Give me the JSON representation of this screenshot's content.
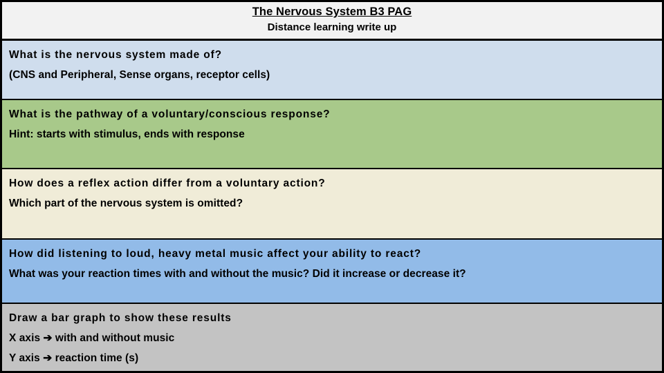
{
  "header": {
    "title": "The Nervous System B3 PAG",
    "subtitle": "Distance learning write up"
  },
  "colors": {
    "row1_bg": "#cfdded",
    "row2_bg": "#a8c98a",
    "row3_bg": "#f0ecd8",
    "row4_bg": "#92bbe8",
    "row5_bg": "#c3c3c3",
    "header_bg": "#f2f2f2",
    "border": "#000000",
    "text": "#000000"
  },
  "rows": [
    {
      "id": "nervous-system-made-of",
      "lines": [
        "What is the nervous system made of?",
        "(CNS and Peripheral, Sense organs, receptor cells)"
      ]
    },
    {
      "id": "voluntary-response-pathway",
      "lines": [
        "What is the pathway of a voluntary/conscious response?",
        "Hint: starts with stimulus, ends with response"
      ]
    },
    {
      "id": "reflex-vs-voluntary",
      "lines": [
        "How does a reflex action differ from a voluntary action?",
        "Which part of the nervous system is omitted?"
      ]
    },
    {
      "id": "loud-music-reaction",
      "lines": [
        "How did listening to loud, heavy metal music affect your ability to react?",
        "What was your reaction times with and without the music? Did it increase or decrease it?"
      ]
    },
    {
      "id": "bar-graph-task",
      "lines": [
        "Draw a bar graph to show these results",
        "X axis ➔ with and without music",
        "Y axis ➔ reaction time (s)"
      ]
    }
  ]
}
